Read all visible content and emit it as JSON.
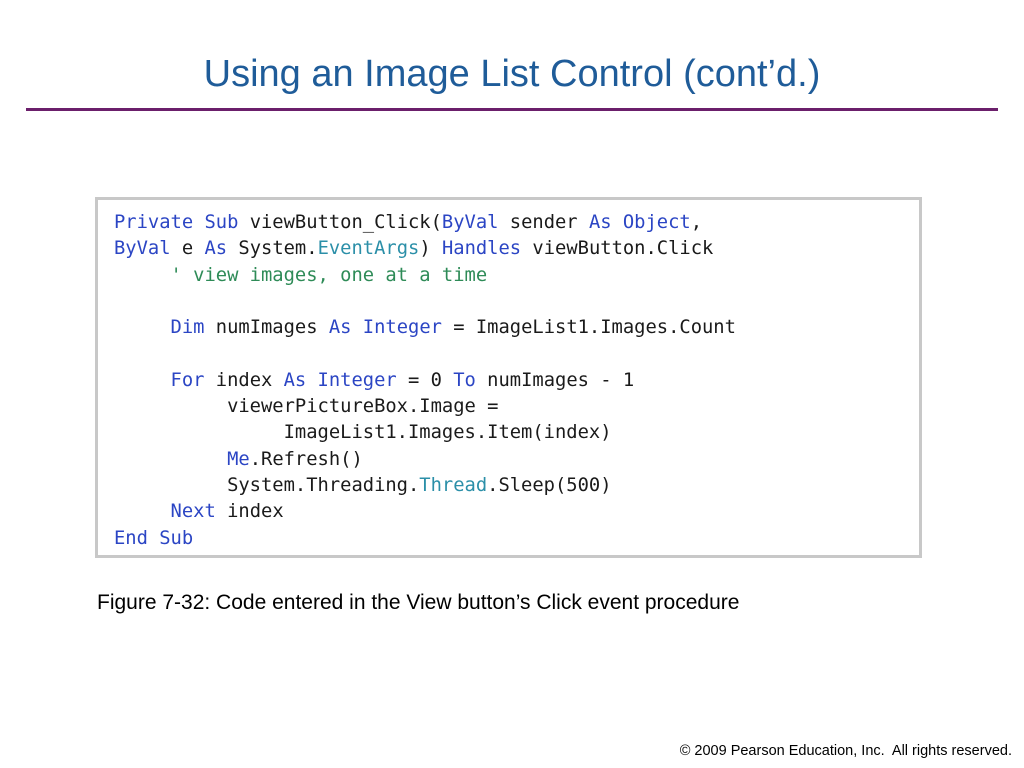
{
  "slide": {
    "title": "Using an Image List Control (cont’d.)",
    "caption": "Figure 7-32: Code entered in the View button’s Click event procedure",
    "copyright": "© 2009 Pearson Education, Inc.  All rights reserved."
  },
  "colors": {
    "title": "#1f5c99",
    "rule": "#6b1f6b",
    "keyword": "#2b45c4",
    "type": "#2b8fa8",
    "comment": "#2e8b57",
    "identifier": "#1a1a1a",
    "code_border": "#c8c8c8"
  },
  "code": {
    "lines": [
      [
        {
          "t": "Private Sub",
          "k": "kw"
        },
        {
          "t": " viewButton_Click(",
          "k": "id"
        },
        {
          "t": "ByVal",
          "k": "kw"
        },
        {
          "t": " sender ",
          "k": "id"
        },
        {
          "t": "As Object",
          "k": "kw"
        },
        {
          "t": ",",
          "k": "id"
        }
      ],
      [
        {
          "t": "ByVal",
          "k": "kw"
        },
        {
          "t": " e ",
          "k": "id"
        },
        {
          "t": "As",
          "k": "kw"
        },
        {
          "t": " System.",
          "k": "id"
        },
        {
          "t": "EventArgs",
          "k": "type"
        },
        {
          "t": ") ",
          "k": "id"
        },
        {
          "t": "Handles",
          "k": "kw"
        },
        {
          "t": " viewButton.Click",
          "k": "id"
        }
      ],
      [
        {
          "t": "     ' view images, one at a time",
          "k": "comment"
        }
      ],
      [],
      [
        {
          "t": "     ",
          "k": "id"
        },
        {
          "t": "Dim",
          "k": "kw"
        },
        {
          "t": " numImages ",
          "k": "id"
        },
        {
          "t": "As Integer",
          "k": "kw"
        },
        {
          "t": " = ImageList1.Images.Count",
          "k": "id"
        }
      ],
      [],
      [
        {
          "t": "     ",
          "k": "id"
        },
        {
          "t": "For",
          "k": "kw"
        },
        {
          "t": " index ",
          "k": "id"
        },
        {
          "t": "As Integer",
          "k": "kw"
        },
        {
          "t": " = 0 ",
          "k": "id"
        },
        {
          "t": "To",
          "k": "kw"
        },
        {
          "t": " numImages - 1",
          "k": "id"
        }
      ],
      [
        {
          "t": "          viewerPictureBox.Image =",
          "k": "id"
        }
      ],
      [
        {
          "t": "               ImageList1.Images.Item(index)",
          "k": "id"
        }
      ],
      [
        {
          "t": "          ",
          "k": "id"
        },
        {
          "t": "Me",
          "k": "kw"
        },
        {
          "t": ".Refresh()",
          "k": "id"
        }
      ],
      [
        {
          "t": "          System.Threading.",
          "k": "id"
        },
        {
          "t": "Thread",
          "k": "type"
        },
        {
          "t": ".Sleep(500)",
          "k": "id"
        }
      ],
      [
        {
          "t": "     ",
          "k": "id"
        },
        {
          "t": "Next",
          "k": "kw"
        },
        {
          "t": " index",
          "k": "id"
        }
      ],
      [
        {
          "t": "End Sub",
          "k": "kw"
        }
      ]
    ]
  }
}
